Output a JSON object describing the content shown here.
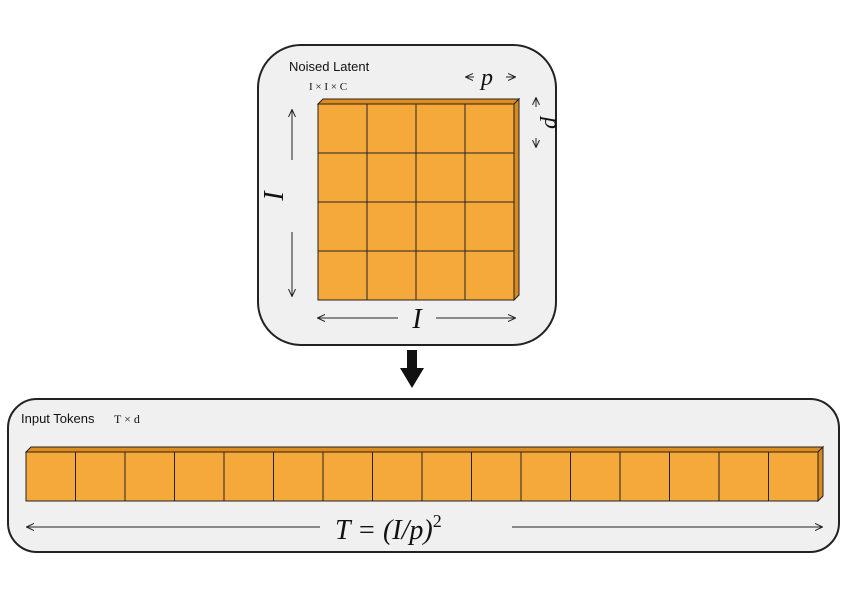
{
  "latent": {
    "title": "Noised Latent",
    "shape": "I × I × C",
    "patch_size_label": "p",
    "side_label": "I",
    "grid_rows": 4,
    "grid_cols": 4
  },
  "tokens": {
    "title": "Input Tokens",
    "shape": "T × d",
    "count": 16,
    "formula_lhs": "T = (I/p)",
    "formula_exp": "2"
  },
  "colors": {
    "cell_fill": "#f5a93b",
    "cell_top": "#e08c1c",
    "cell_side": "#d98a1f",
    "panel_bg": "#f0f0f0",
    "stroke": "#222222"
  }
}
